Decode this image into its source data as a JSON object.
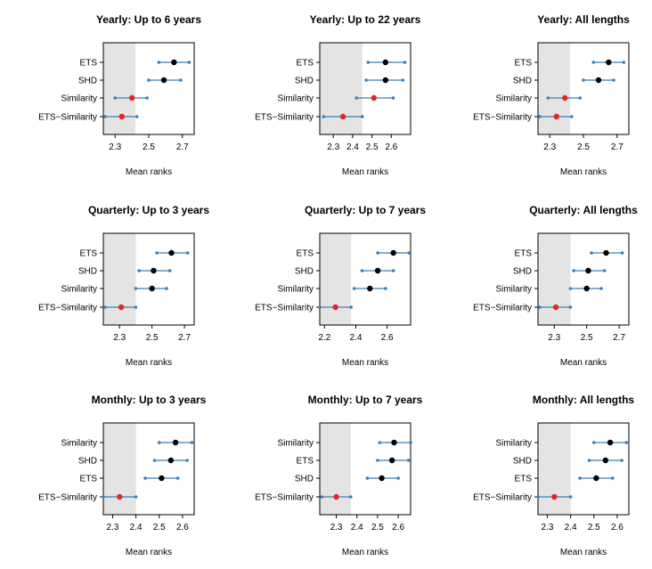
{
  "colors": {
    "highlight": "#e4e4e4",
    "interval": "#3a7fb8",
    "best": "#e32626",
    "point": "#000000"
  },
  "chart_data": [
    {
      "type": "scatter",
      "title": "Yearly: Up to 6 years",
      "xlabel": "Mean ranks",
      "xlim": [
        2.23,
        2.77
      ],
      "xticks": [
        "2.3",
        "2.5",
        "2.7"
      ],
      "highlight": [
        2.23,
        2.42
      ],
      "methods": [
        {
          "label": "ETS",
          "mean": 2.65,
          "low": 2.56,
          "high": 2.74,
          "best": false
        },
        {
          "label": "SHD",
          "mean": 2.59,
          "low": 2.5,
          "high": 2.69,
          "best": false
        },
        {
          "label": "Similarity",
          "mean": 2.4,
          "low": 2.3,
          "high": 2.49,
          "best": true
        },
        {
          "label": "ETS−Similarity",
          "mean": 2.34,
          "low": 2.24,
          "high": 2.43,
          "best": true
        }
      ]
    },
    {
      "type": "scatter",
      "title": "Yearly: Up to 22 years",
      "xlabel": "Mean ranks",
      "xlim": [
        2.23,
        2.7
      ],
      "xticks": [
        "2.3",
        "2.4",
        "2.5",
        "2.6"
      ],
      "highlight": [
        2.23,
        2.45
      ],
      "methods": [
        {
          "label": "ETS",
          "mean": 2.57,
          "low": 2.48,
          "high": 2.67,
          "best": false
        },
        {
          "label": "SHD",
          "mean": 2.57,
          "low": 2.47,
          "high": 2.66,
          "best": false
        },
        {
          "label": "Similarity",
          "mean": 2.51,
          "low": 2.42,
          "high": 2.61,
          "best": true
        },
        {
          "label": "ETS−Similarity",
          "mean": 2.35,
          "low": 2.25,
          "high": 2.45,
          "best": true
        }
      ]
    },
    {
      "type": "scatter",
      "title": "Yearly: All lengths",
      "xlabel": "Mean ranks",
      "xlim": [
        2.23,
        2.77
      ],
      "xticks": [
        "2.3",
        "2.5",
        "2.7"
      ],
      "highlight": [
        2.23,
        2.42
      ],
      "methods": [
        {
          "label": "ETS",
          "mean": 2.65,
          "low": 2.56,
          "high": 2.74,
          "best": false
        },
        {
          "label": "SHD",
          "mean": 2.59,
          "low": 2.5,
          "high": 2.68,
          "best": false
        },
        {
          "label": "Similarity",
          "mean": 2.39,
          "low": 2.29,
          "high": 2.48,
          "best": true
        },
        {
          "label": "ETS−Similarity",
          "mean": 2.34,
          "low": 2.24,
          "high": 2.43,
          "best": true
        }
      ]
    },
    {
      "type": "scatter",
      "title": "Quarterly: Up to 3 years",
      "xlabel": "Mean ranks",
      "xlim": [
        2.2,
        2.76
      ],
      "xticks": [
        "2.3",
        "2.5",
        "2.7"
      ],
      "highlight": [
        2.2,
        2.4
      ],
      "methods": [
        {
          "label": "ETS",
          "mean": 2.62,
          "low": 2.53,
          "high": 2.72,
          "best": false
        },
        {
          "label": "SHD",
          "mean": 2.51,
          "low": 2.42,
          "high": 2.61,
          "best": false
        },
        {
          "label": "Similarity",
          "mean": 2.5,
          "low": 2.4,
          "high": 2.59,
          "best": false
        },
        {
          "label": "ETS−Similarity",
          "mean": 2.31,
          "low": 2.21,
          "high": 2.4,
          "best": true
        }
      ]
    },
    {
      "type": "scatter",
      "title": "Quarterly: Up to 7 years",
      "xlabel": "Mean ranks",
      "xlim": [
        2.17,
        2.75
      ],
      "xticks": [
        "2.2",
        "2.4",
        "2.6"
      ],
      "highlight": [
        2.17,
        2.37
      ],
      "methods": [
        {
          "label": "ETS",
          "mean": 2.64,
          "low": 2.54,
          "high": 2.74,
          "best": false
        },
        {
          "label": "SHD",
          "mean": 2.54,
          "low": 2.44,
          "high": 2.64,
          "best": false
        },
        {
          "label": "Similarity",
          "mean": 2.49,
          "low": 2.39,
          "high": 2.59,
          "best": false
        },
        {
          "label": "ETS−Similarity",
          "mean": 2.27,
          "low": 2.17,
          "high": 2.37,
          "best": true
        }
      ]
    },
    {
      "type": "scatter",
      "title": "Quarterly: All lengths",
      "xlabel": "Mean ranks",
      "xlim": [
        2.2,
        2.76
      ],
      "xticks": [
        "2.3",
        "2.5",
        "2.7"
      ],
      "highlight": [
        2.2,
        2.4
      ],
      "methods": [
        {
          "label": "ETS",
          "mean": 2.62,
          "low": 2.53,
          "high": 2.72,
          "best": false
        },
        {
          "label": "SHD",
          "mean": 2.51,
          "low": 2.42,
          "high": 2.61,
          "best": false
        },
        {
          "label": "Similarity",
          "mean": 2.5,
          "low": 2.4,
          "high": 2.59,
          "best": false
        },
        {
          "label": "ETS−Similarity",
          "mean": 2.31,
          "low": 2.21,
          "high": 2.4,
          "best": true
        }
      ]
    },
    {
      "type": "scatter",
      "title": "Monthly: Up to 3 years",
      "xlabel": "Mean ranks",
      "xlim": [
        2.26,
        2.65
      ],
      "xticks": [
        "2.3",
        "2.4",
        "2.5",
        "2.6"
      ],
      "highlight": [
        2.26,
        2.4
      ],
      "methods": [
        {
          "label": "Similarity",
          "mean": 2.57,
          "low": 2.5,
          "high": 2.64,
          "best": false
        },
        {
          "label": "SHD",
          "mean": 2.55,
          "low": 2.48,
          "high": 2.62,
          "best": false
        },
        {
          "label": "ETS",
          "mean": 2.51,
          "low": 2.44,
          "high": 2.58,
          "best": false
        },
        {
          "label": "ETS−Similarity",
          "mean": 2.33,
          "low": 2.26,
          "high": 2.4,
          "best": true
        }
      ]
    },
    {
      "type": "scatter",
      "title": "Monthly: Up to 7 years",
      "xlabel": "Mean ranks",
      "xlim": [
        2.22,
        2.66
      ],
      "xticks": [
        "2.3",
        "2.4",
        "2.5",
        "2.6"
      ],
      "highlight": [
        2.22,
        2.37
      ],
      "methods": [
        {
          "label": "Similarity",
          "mean": 2.58,
          "low": 2.51,
          "high": 2.66,
          "best": false
        },
        {
          "label": "ETS",
          "mean": 2.57,
          "low": 2.5,
          "high": 2.65,
          "best": false
        },
        {
          "label": "SHD",
          "mean": 2.52,
          "low": 2.45,
          "high": 2.6,
          "best": false
        },
        {
          "label": "ETS−Similarity",
          "mean": 2.3,
          "low": 2.23,
          "high": 2.37,
          "best": true
        }
      ]
    },
    {
      "type": "scatter",
      "title": "Monthly: All lengths",
      "xlabel": "Mean ranks",
      "xlim": [
        2.26,
        2.65
      ],
      "xticks": [
        "2.3",
        "2.4",
        "2.5",
        "2.6"
      ],
      "highlight": [
        2.26,
        2.4
      ],
      "methods": [
        {
          "label": "Similarity",
          "mean": 2.57,
          "low": 2.5,
          "high": 2.64,
          "best": false
        },
        {
          "label": "SHD",
          "mean": 2.55,
          "low": 2.48,
          "high": 2.62,
          "best": false
        },
        {
          "label": "ETS",
          "mean": 2.51,
          "low": 2.44,
          "high": 2.58,
          "best": false
        },
        {
          "label": "ETS−Similarity",
          "mean": 2.33,
          "low": 2.26,
          "high": 2.4,
          "best": true
        }
      ]
    }
  ]
}
